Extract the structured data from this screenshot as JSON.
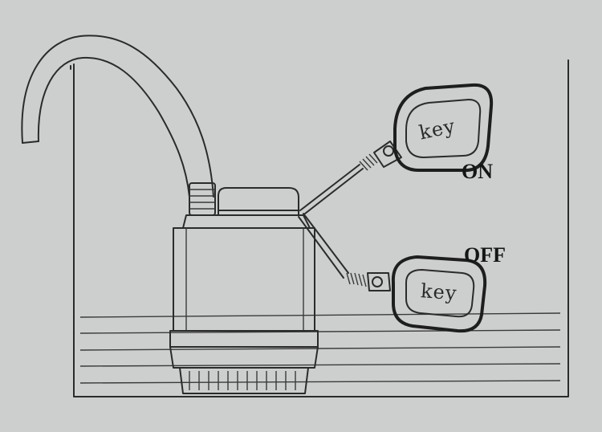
{
  "diagram": {
    "background_color": "#cdcfcf",
    "line_color": "#2b2b2b",
    "switch_high": {
      "key_text": "key",
      "state_label": "ON"
    },
    "switch_low": {
      "key_text": "key",
      "state_label": "OFF"
    }
  }
}
